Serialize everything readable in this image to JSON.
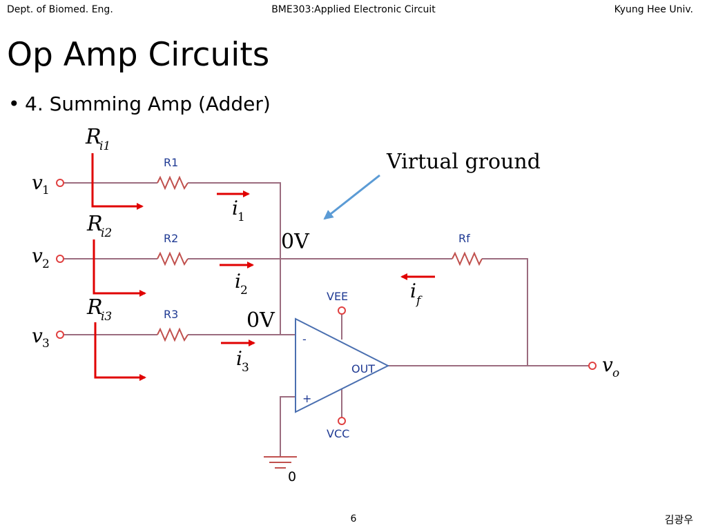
{
  "header": {
    "left": "Dept. of Biomed. Eng.",
    "center": "BME303:Applied Electronic Circuit",
    "right": "Kyung Hee Univ."
  },
  "title": "Op Amp Circuits",
  "bullet": {
    "marker": "•",
    "text": "4. Summing Amp (Adder)"
  },
  "diagram": {
    "resistors": [
      "R1",
      "R2",
      "R3",
      "Rf"
    ],
    "inputs": [
      {
        "v": "v",
        "v_sub": "1",
        "R": "R",
        "R_sub": "i1",
        "i": "i",
        "i_sub": "1"
      },
      {
        "v": "v",
        "v_sub": "2",
        "R": "R",
        "R_sub": "i2",
        "i": "i",
        "i_sub": "2"
      },
      {
        "v": "v",
        "v_sub": "3",
        "R": "R",
        "R_sub": "i3",
        "i": "i",
        "i_sub": "3"
      }
    ],
    "virtual_ground": "Virtual ground",
    "zero_v": "0V",
    "feedback_current": {
      "i": "i",
      "sub": "f"
    },
    "output": {
      "v": "v",
      "sub": "o"
    },
    "opamp": {
      "minus": "-",
      "plus": "+",
      "out": "OUT",
      "vee": "VEE",
      "vcc": "VCC"
    },
    "ground": "0"
  },
  "footer": {
    "page": "6",
    "author": "김광우"
  },
  "colors": {
    "wire": "#9b6b7e",
    "arrow": "#e00000",
    "opamp": "#4a6fb0",
    "pointer": "#5b9bd5",
    "label": "#1f3a93"
  }
}
